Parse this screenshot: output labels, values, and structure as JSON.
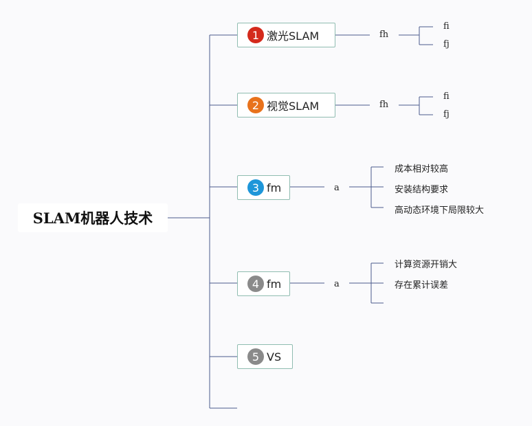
{
  "root": {
    "label": "SLAM机器人技术"
  },
  "branches": [
    {
      "badge": "1",
      "badge_color": "#d42a1c",
      "label": "激光SLAM",
      "mid": "fh",
      "leaves": [
        "fi",
        "fj"
      ]
    },
    {
      "badge": "2",
      "badge_color": "#e8721c",
      "label": "视觉SLAM",
      "mid": "fh",
      "leaves": [
        "fi",
        "fj"
      ]
    },
    {
      "badge": "3",
      "badge_color": "#1e96d9",
      "label": "fm",
      "mid": "a",
      "leaves": [
        "成本相对较高",
        "安装结构要求",
        "高动态环境下局限较大"
      ]
    },
    {
      "badge": "4",
      "badge_color": "#8a8a8a",
      "label": "fm",
      "mid": "a",
      "leaves": [
        "计算资源开销大",
        "存在累计误差",
        ""
      ]
    },
    {
      "badge": "5",
      "badge_color": "#8a8a8a",
      "label": "VS"
    }
  ],
  "colors": {
    "connector": "#4a5a8c",
    "branch_border": "#8fbcb0"
  }
}
